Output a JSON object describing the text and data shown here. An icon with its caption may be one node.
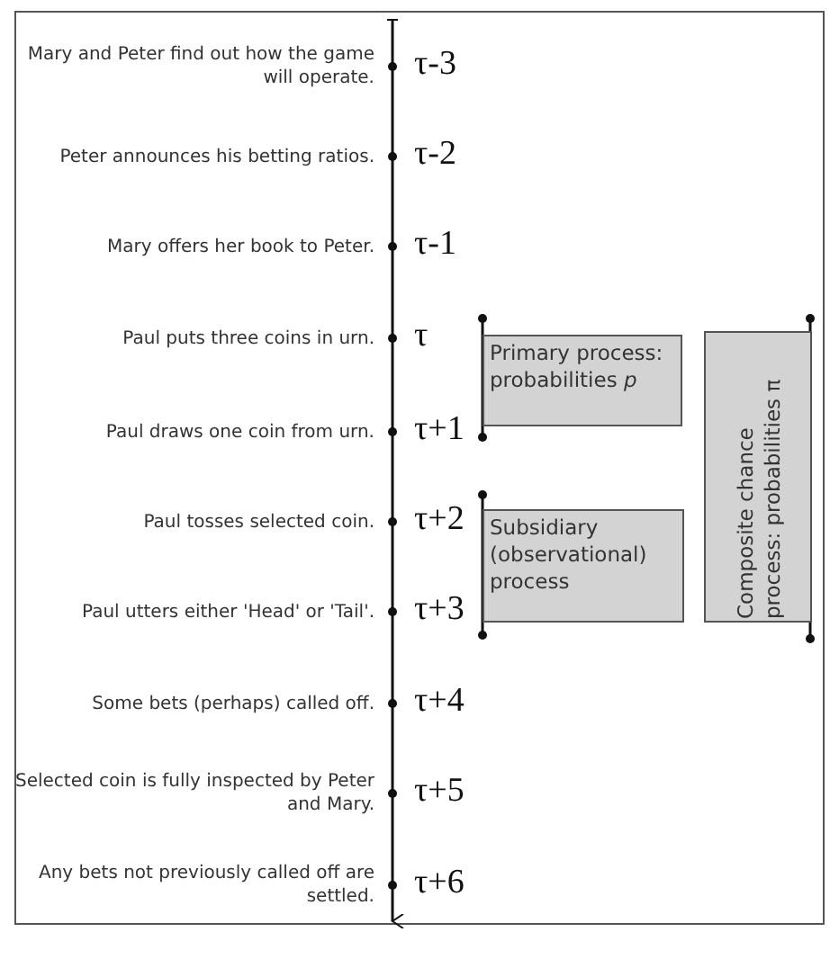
{
  "diagram": {
    "nodes": [
      {
        "text": [
          "Primary process: probabilities *p*"
        ]
      },
      {
        "text": [
          "Subsidiary (observational) process"
        ]
      },
      {
        "text": [
          "Composite chance process: probabilities π"
        ]
      }
    ],
    "labels": [
      "Mary and Peter find out how the game will operate.",
      "τ-3",
      "Peter announces his betting ratios.",
      "τ-2",
      "Mary offers her book to Peter.",
      "τ-1",
      "Paul puts three coins in urn.",
      "τ",
      "Paul draws one coin from urn.",
      "τ+1",
      "Paul tosses selected coin.",
      "τ+2",
      "Paul utters either 'Head' or 'Tail'.",
      "τ+3",
      "Some bets (perhaps) called off.",
      "τ+4",
      "Selected coin is fully inspected by Peter and Mary.",
      "τ+5",
      "Any bets not previously called off are settled.",
      "τ+6"
    ]
  }
}
